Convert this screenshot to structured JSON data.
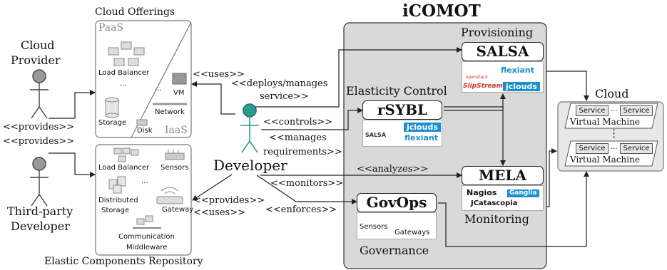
{
  "title": "iCOMOT",
  "cloud_offerings": {
    "title": "Cloud Offerings",
    "paas": "PaaS",
    "iaas": "IaaS",
    "load_balancer": "Load Balancer",
    "dots": "...",
    "storage": "Storage",
    "disk": "Disk",
    "vm_dots": "...",
    "vm": "VM",
    "network": "Network"
  },
  "actors": {
    "provider_l1": "Cloud",
    "provider_l2": "Provider",
    "third_l1": "Third-party",
    "third_l2": "Developer",
    "developer": "Developer"
  },
  "edges": {
    "provides_1": "<<provides>>",
    "provides_2": "<<provides>>",
    "uses_1": "<<uses>>",
    "deploys_l1": "<<deploys/manages",
    "deploys_l2": "service>>",
    "controls": "<<controls>>",
    "manages_l1": "<<manages",
    "manages_l2": "requirements>>",
    "analyzes": "<<analyzes>>",
    "monitors": "<<monitors>>",
    "provides_3": "<<provides>>",
    "uses_2": "<<uses>>",
    "enforces": "<<enforces>>"
  },
  "repo": {
    "title": "Elastic Components Repository",
    "load_balancer": "Load Balancer",
    "sensors": "Sensors",
    "dots": "...",
    "distributed_l1": "Distributed",
    "distributed_l2": "Storage",
    "gateway": "Gateway",
    "comm_l1": "Communication",
    "comm_l2": "Middleware"
  },
  "icomot": {
    "provisioning": "Provisioning",
    "salsa": "SALSA",
    "salsa_logos": {
      "openstack": "openstack",
      "flexiant": "flexiant",
      "slipstream": "SlipStream.",
      "jclouds": "jclouds"
    },
    "elasticity_control": "Elasticity Control",
    "rsybl": "rSYBL",
    "rsybl_logos": {
      "jclouds": "jclouds",
      "salsa": "SALSA",
      "flexiant": "flexiant"
    },
    "mela": "MELA",
    "mela_logos": {
      "nagios": "Nagios",
      "ganglia": "Ganglia",
      "jcatascopia": "JCatascopia"
    },
    "monitoring": "Monitoring",
    "govops": "GovOps",
    "sensors": "Sensors",
    "gateways": "Gateways",
    "governance": "Governance"
  },
  "cloud": {
    "title": "Cloud",
    "service": "Service",
    "dots": "...",
    "vm": "Virtual Machine",
    "vdots": "⋮"
  },
  "colors": {
    "icomot_bg": "#d9d9d9",
    "actor_head": "#9a9a9a",
    "developer_head": "#2a9d8f",
    "logo_blue": "#1a8fd1",
    "logo_red": "#d0312d"
  }
}
